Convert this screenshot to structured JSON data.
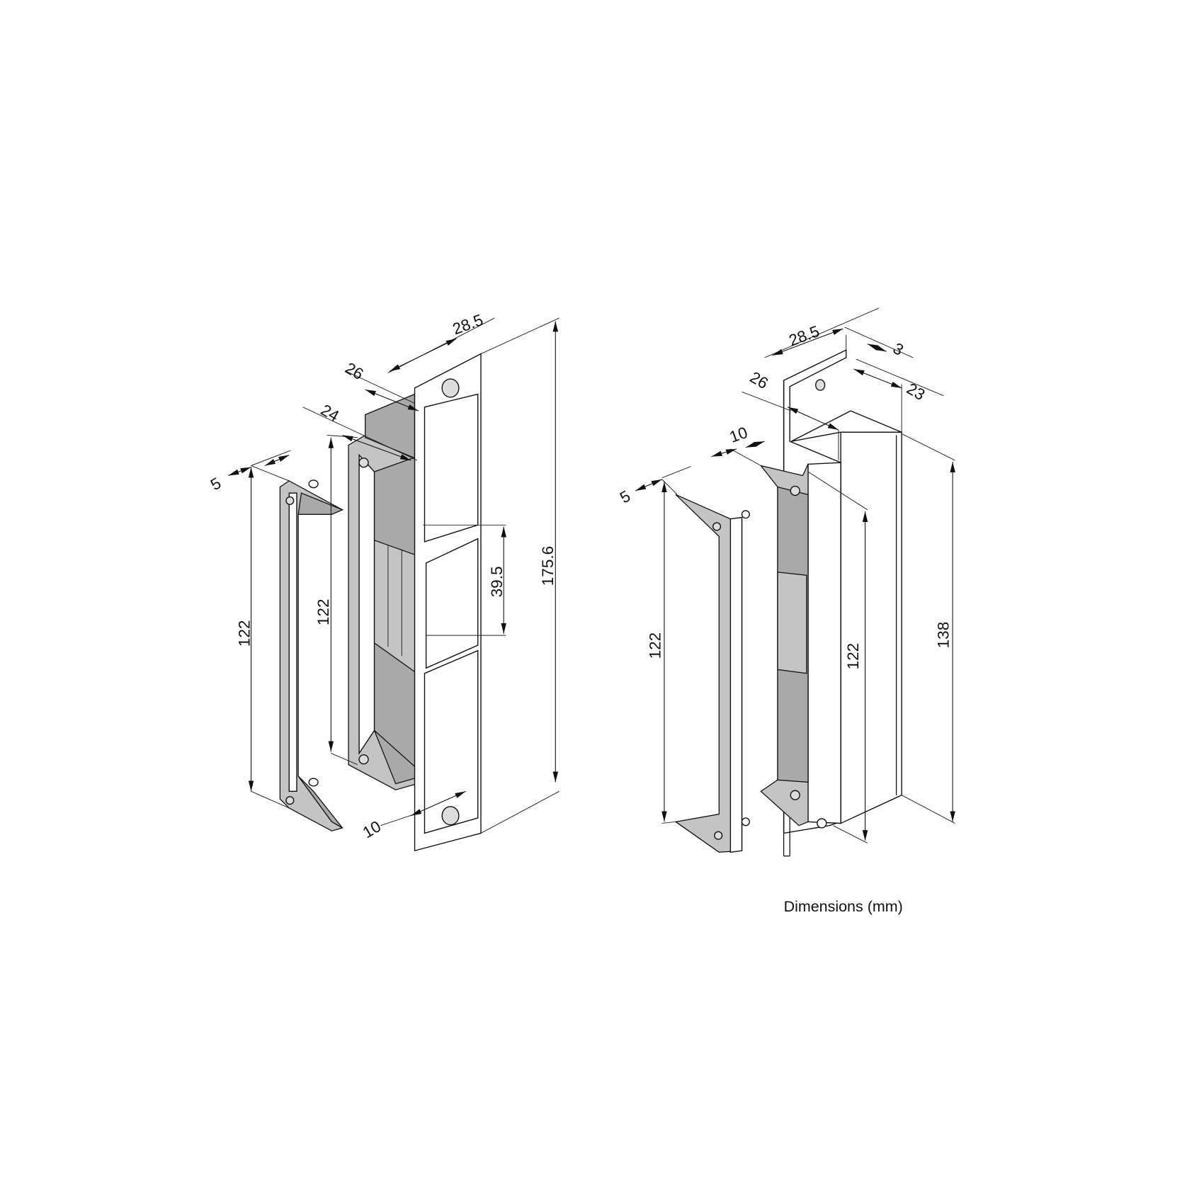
{
  "caption": "Dimensions (mm)",
  "left_view": {
    "faceplate_width": "28.5",
    "depth_26": "26",
    "depth_24": "24",
    "bracket_thickness": "5",
    "bracket_height": "122",
    "body_height": "122",
    "opening_height": "39.5",
    "overall_height": "175.6",
    "offset_10": "10"
  },
  "right_view": {
    "plate_width": "28.5",
    "plate_thickness": "3",
    "depth_26": "26",
    "depth_23": "23",
    "offset_10": "10",
    "bracket_thickness": "5",
    "bracket_height": "122",
    "body_height": "122",
    "overall_height": "138"
  }
}
